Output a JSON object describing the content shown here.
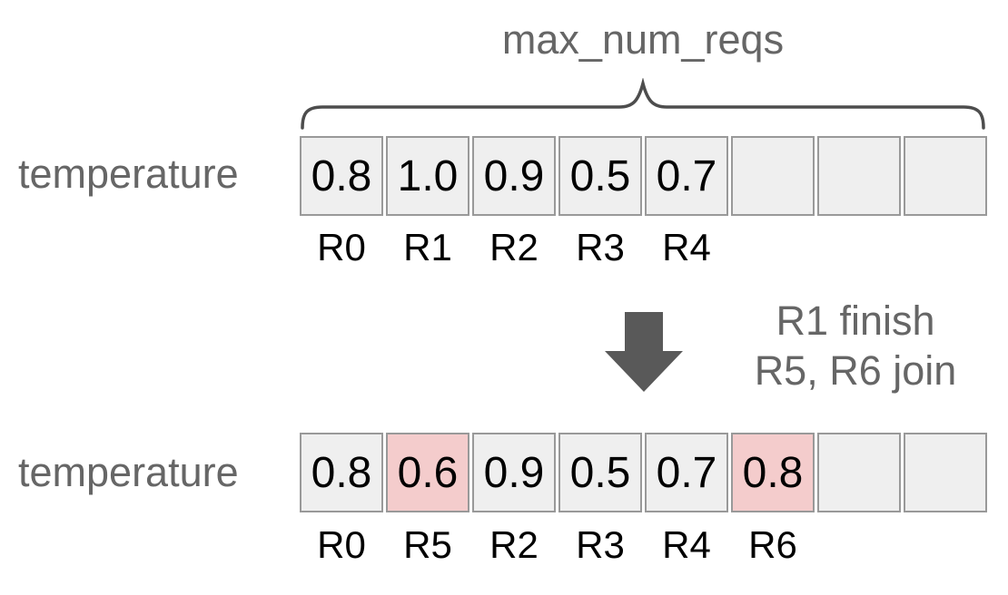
{
  "brace": {
    "label": "max_num_reqs"
  },
  "colors": {
    "cell_background": "#efefef",
    "cell_border": "#999999",
    "highlight_background": "#f4cccc",
    "gray_text": "#666666",
    "arrow": "#595959",
    "brace_stroke": "#4d4d4d",
    "value_text": "#000000"
  },
  "transition": {
    "arrow_icon": "down-arrow",
    "line1": "R1 finish",
    "line2": "R5, R6 join"
  },
  "arrays": [
    {
      "row_label": "temperature",
      "cells": [
        {
          "value": "0.8",
          "highlight": false
        },
        {
          "value": "1.0",
          "highlight": false
        },
        {
          "value": "0.9",
          "highlight": false
        },
        {
          "value": "0.5",
          "highlight": false
        },
        {
          "value": "0.7",
          "highlight": false
        },
        {
          "value": "",
          "highlight": false
        },
        {
          "value": "",
          "highlight": false
        },
        {
          "value": "",
          "highlight": false
        }
      ],
      "request_labels": [
        "R0",
        "R1",
        "R2",
        "R3",
        "R4",
        "",
        "",
        ""
      ]
    },
    {
      "row_label": "temperature",
      "cells": [
        {
          "value": "0.8",
          "highlight": false
        },
        {
          "value": "0.6",
          "highlight": true
        },
        {
          "value": "0.9",
          "highlight": false
        },
        {
          "value": "0.5",
          "highlight": false
        },
        {
          "value": "0.7",
          "highlight": false
        },
        {
          "value": "0.8",
          "highlight": true
        },
        {
          "value": "",
          "highlight": false
        },
        {
          "value": "",
          "highlight": false
        }
      ],
      "request_labels": [
        "R0",
        "R5",
        "R2",
        "R3",
        "R4",
        "R6",
        "",
        ""
      ]
    }
  ]
}
